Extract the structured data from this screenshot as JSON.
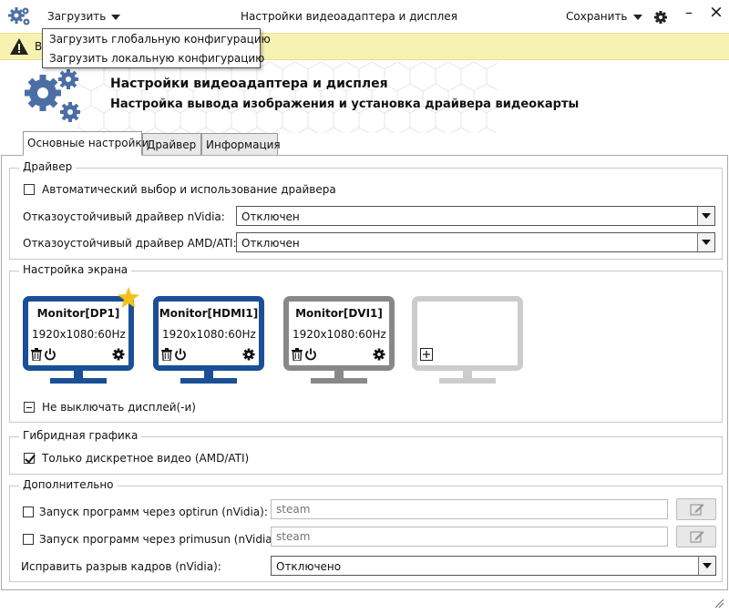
{
  "titlebar": {
    "load_label": "Загрузить",
    "title": "Настройки видеоадаптера и дисплея",
    "save_label": "Сохранить",
    "minimize": "–",
    "close": "×"
  },
  "menu": {
    "items": [
      "Загрузить глобальную конфигурацию",
      "Загрузить локальную конфигурацию"
    ]
  },
  "warning": {
    "text": "В"
  },
  "header": {
    "title": "Настройки видеоадаптера и дисплея",
    "subtitle": "Настройка вывода изображения и установка драйвера видеокарты"
  },
  "tabs": [
    "Основные настройки",
    "Драйвер",
    "Информация"
  ],
  "driver": {
    "title": "Драйвер",
    "auto_label": "Автоматический выбор и использование драйвера",
    "nvidia_label": "Отказоустойчивый драйвер nVidia:",
    "nvidia_value": "Отключен",
    "amd_label": "Отказоустойчивый драйвер AMD/ATI:",
    "amd_value": "Отключен"
  },
  "screen": {
    "title": "Настройка экрана",
    "monitors": [
      {
        "name": "Monitor[DP1]",
        "res": "1920x1080:60Hz"
      },
      {
        "name": "Monitor[HDMI1]",
        "res": "1920x1080:60Hz"
      },
      {
        "name": "Monitor[DVI1]",
        "res": "1920x1080:60Hz"
      }
    ],
    "no_off_label": "Не выключать дисплей(-и)"
  },
  "hybrid": {
    "title": "Гибридная графика",
    "discrete_label": "Только дискретное видео (AMD/ATI)"
  },
  "extra": {
    "title": "Дополнительно",
    "optirun_label": "Запуск программ через optirun (nVidia):",
    "optirun_placeholder": "steam",
    "primusun_label": "Запуск программ через primusun (nVidia):",
    "primusun_placeholder": "steam",
    "tearing_label": "Исправить разрыв кадров (nVidia):",
    "tearing_value": "Отключено"
  },
  "colors": {
    "accent": "#1b4f96",
    "warning_bg": "#f7f1b2",
    "icon_blue": "#4b6fa5",
    "star": "#f5c018"
  }
}
